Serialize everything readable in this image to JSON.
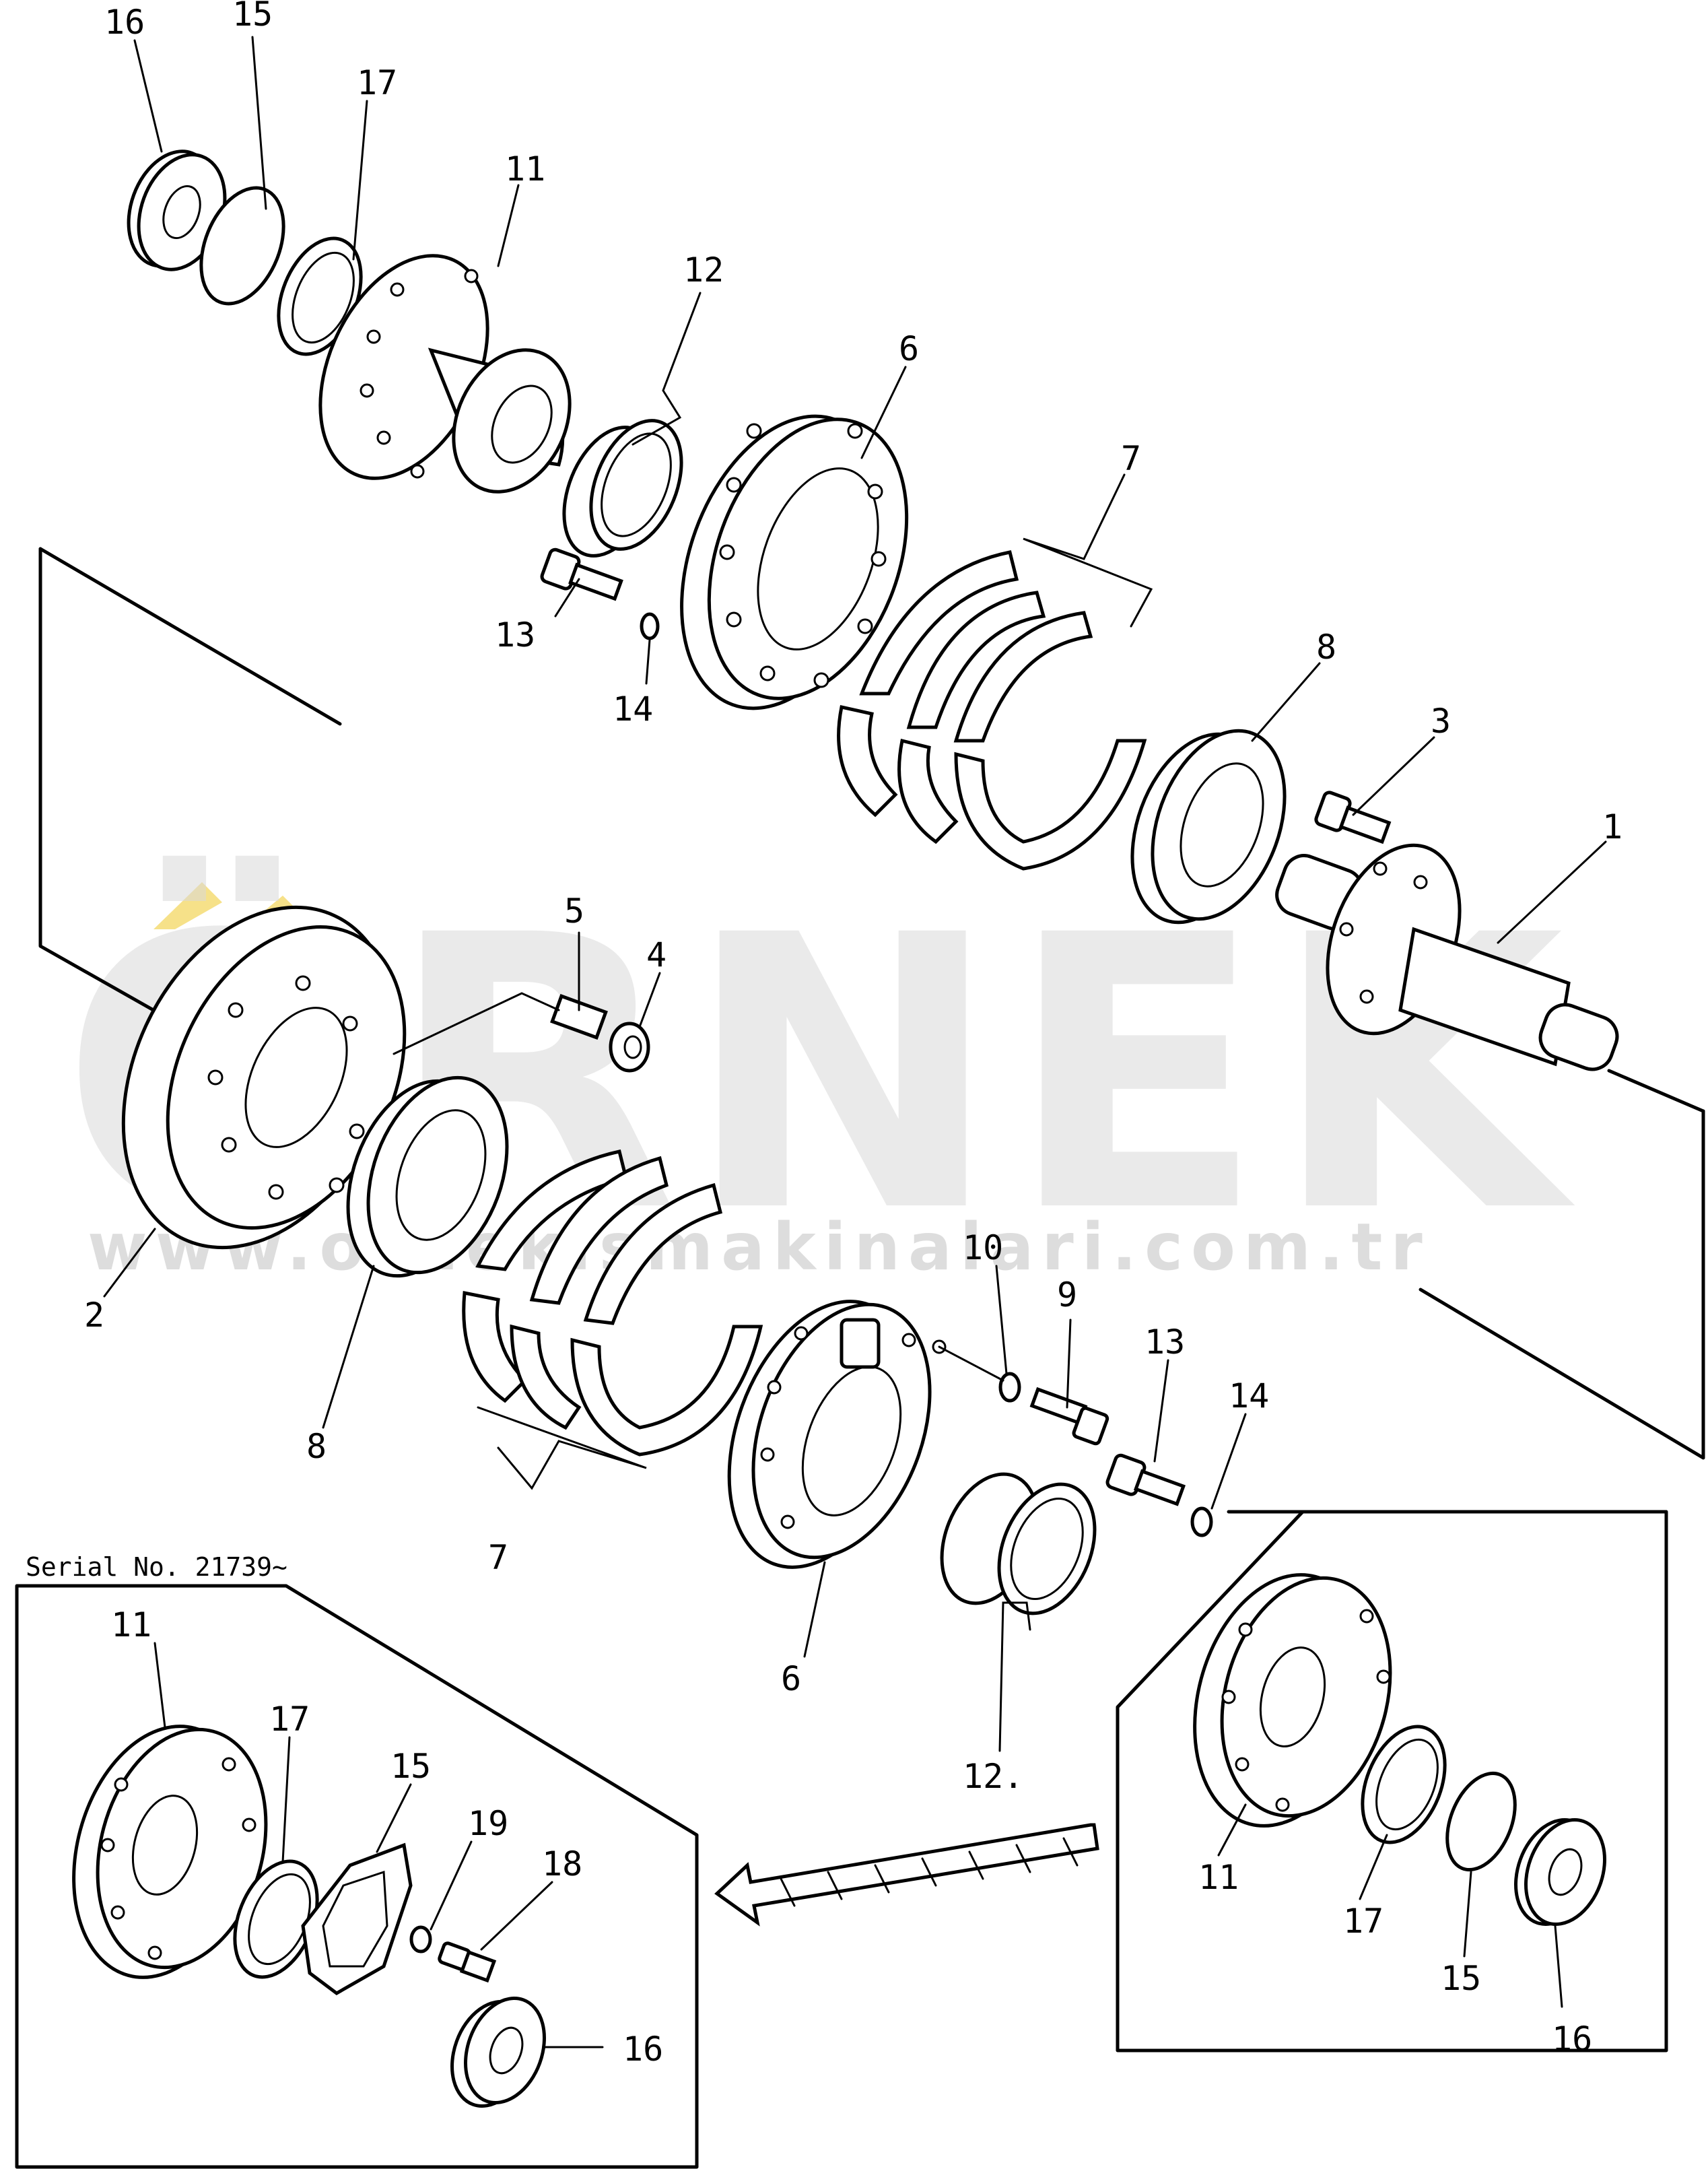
{
  "serial_note": "Serial No. 21739~",
  "watermark": {
    "brand": "ÖRNEK",
    "url": "www.ornekismakinalari.com.tr",
    "accent": "#f4d96b"
  },
  "callouts": {
    "top_16": "16",
    "top_15": "15",
    "top_17": "17",
    "top_11": "11",
    "top_12": "12",
    "top_6": "6",
    "top_7": "7",
    "top_8": "8",
    "top_3": "3",
    "top_1": "1",
    "top_13": "13",
    "top_14": "14",
    "mid_5": "5",
    "mid_4": "4",
    "mid_2": "2",
    "mid_8": "8",
    "mid_7": "7",
    "mid_10": "10",
    "mid_9": "9",
    "mid_13": "13",
    "mid_14": "14",
    "mid_6": "6",
    "mid_12": "12.",
    "inset_11": "11",
    "inset_17": "17",
    "inset_15": "15",
    "inset_19": "19",
    "inset_18": "18",
    "inset_16": "16",
    "right_11": "11",
    "right_17": "17",
    "right_15": "15",
    "right_16": "16"
  }
}
